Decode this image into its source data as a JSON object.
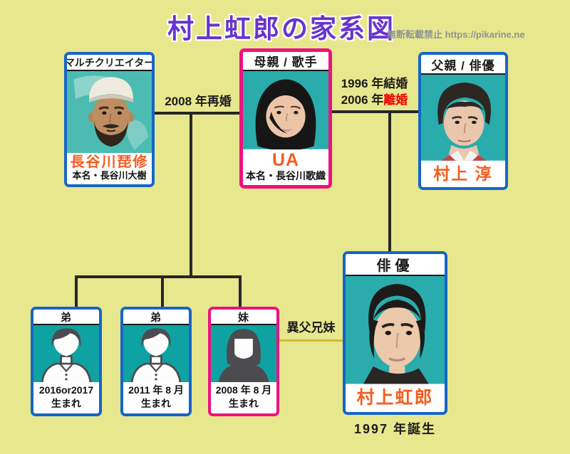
{
  "page": {
    "title": "村上虹郎の家系図",
    "watermark": "無断転載禁止 https://pikarine.ne"
  },
  "colors": {
    "background": "#e7e78e",
    "accent_blue": "#1565c8",
    "accent_pink": "#ef1180",
    "teal_adult": "#2aacac",
    "teal_painted": "#4cbcb2",
    "teal_child": "#0fa2a2",
    "orange_name": "#f65c1d",
    "title_purple": "#6734cf",
    "gold_line": "#d8b92b",
    "line_black": "#272727",
    "divorce_red": "#ee0000",
    "watermark_gray": "#8f9494",
    "silhouette_gray": "#4c4c50"
  },
  "cards": {
    "stepfather": {
      "role": "マルチクリエイター",
      "name": "長谷川琵修",
      "real_name": "本名・長谷川大樹"
    },
    "mother": {
      "role": "母親 / 歌手",
      "name": "UA",
      "real_name": "本名・長谷川歌織"
    },
    "father": {
      "role": "父親 / 俳優",
      "name": "村上 淳"
    },
    "subject": {
      "role": "俳優",
      "name": "村上虹郎",
      "birth_note": "1997 年誕生"
    },
    "brother1": {
      "role": "弟",
      "birth_line1": "2016or2017",
      "birth_line2": "生まれ"
    },
    "brother2": {
      "role": "弟",
      "birth_line1": "2011 年 8 月",
      "birth_line2": "生まれ"
    },
    "sister": {
      "role": "妹",
      "birth_line1": "2008 年 8 月",
      "birth_line2": "生まれ"
    }
  },
  "relations": {
    "remarriage": "2008 年再婚",
    "marriage": "1996 年結婚",
    "divorce_prefix": "2006 年",
    "divorce": "離婚",
    "half_siblings": "異父兄妹"
  }
}
